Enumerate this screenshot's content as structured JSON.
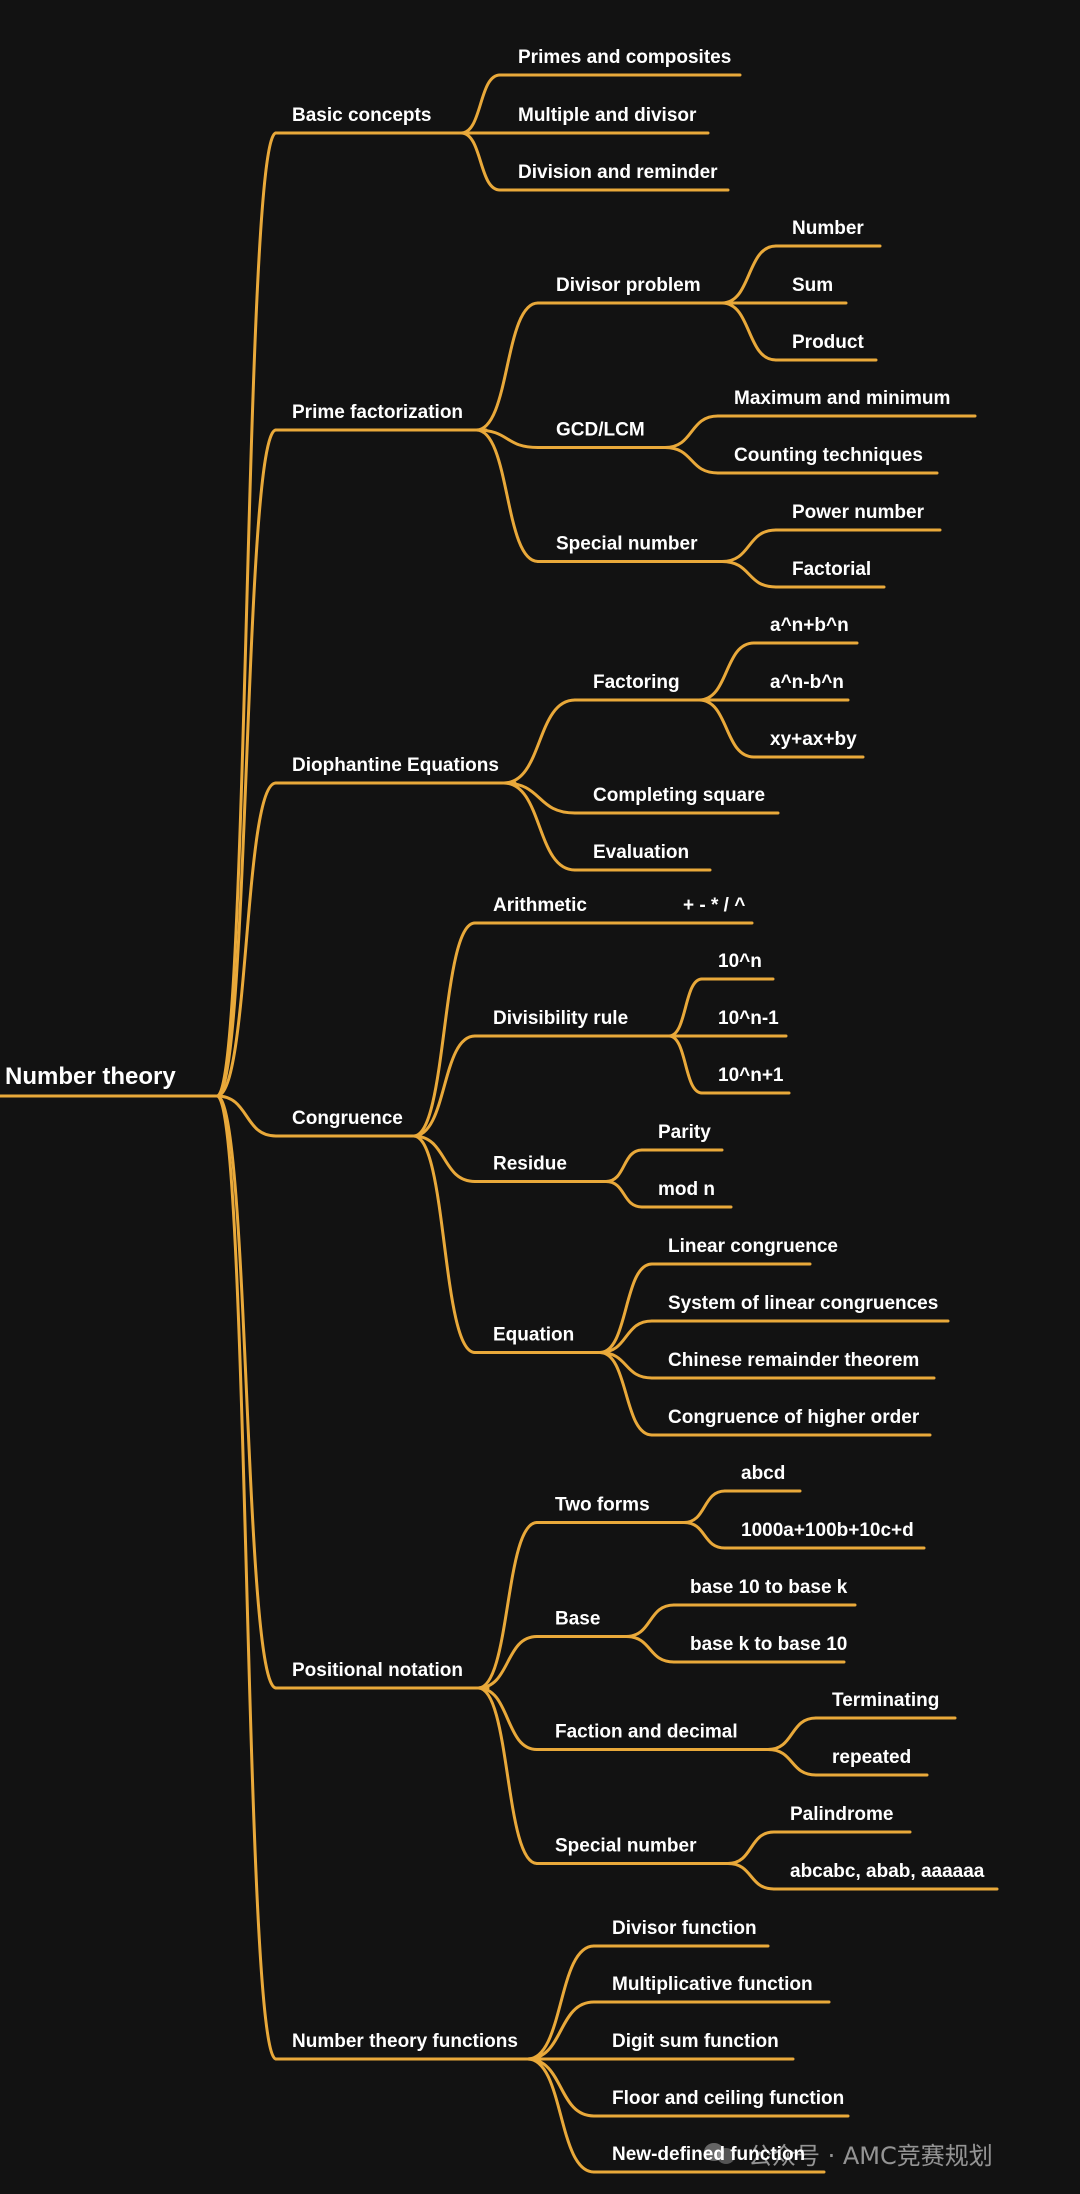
{
  "mindmap": {
    "root": {
      "label": "Number theory",
      "children": [
        {
          "label": "Basic concepts",
          "children": [
            {
              "label": "Primes and composites"
            },
            {
              "label": "Multiple and divisor"
            },
            {
              "label": "Division and reminder"
            }
          ]
        },
        {
          "label": "Prime factorization",
          "children": [
            {
              "label": "Divisor problem",
              "children": [
                {
                  "label": "Number"
                },
                {
                  "label": "Sum"
                },
                {
                  "label": "Product"
                }
              ]
            },
            {
              "label": "GCD/LCM",
              "children": [
                {
                  "label": "Maximum and minimum"
                },
                {
                  "label": "Counting techniques"
                }
              ]
            },
            {
              "label": "Special number",
              "children": [
                {
                  "label": "Power number"
                },
                {
                  "label": "Factorial"
                }
              ]
            }
          ]
        },
        {
          "label": "Diophantine Equations",
          "children": [
            {
              "label": "Factoring",
              "children": [
                {
                  "label": "a^n+b^n"
                },
                {
                  "label": "a^n-b^n"
                },
                {
                  "label": "xy+ax+by"
                }
              ]
            },
            {
              "label": "Completing square"
            },
            {
              "label": "Evaluation"
            }
          ]
        },
        {
          "label": "Congruence",
          "children": [
            {
              "label": "Arithmetic",
              "note": "+ - * / ^"
            },
            {
              "label": "Divisibility rule",
              "children": [
                {
                  "label": "10^n"
                },
                {
                  "label": "10^n-1"
                },
                {
                  "label": "10^n+1"
                }
              ]
            },
            {
              "label": "Residue",
              "children": [
                {
                  "label": "Parity"
                },
                {
                  "label": "mod n"
                }
              ]
            },
            {
              "label": "Equation",
              "children": [
                {
                  "label": "Linear congruence"
                },
                {
                  "label": "System of linear congruences"
                },
                {
                  "label": "Chinese remainder theorem"
                },
                {
                  "label": "Congruence of higher order"
                }
              ]
            }
          ]
        },
        {
          "label": "Positional notation",
          "children": [
            {
              "label": "Two forms",
              "children": [
                {
                  "label": "abcd"
                },
                {
                  "label": "1000a+100b+10c+d"
                }
              ]
            },
            {
              "label": "Base",
              "children": [
                {
                  "label": "base 10 to base k"
                },
                {
                  "label": "base k to base 10"
                }
              ]
            },
            {
              "label": "Faction and decimal",
              "children": [
                {
                  "label": "Terminating"
                },
                {
                  "label": "repeated"
                }
              ]
            },
            {
              "label": "Special number",
              "children": [
                {
                  "label": "Palindrome"
                },
                {
                  "label": "abcabc, abab, aaaaaa"
                }
              ]
            }
          ]
        },
        {
          "label": "Number theory functions",
          "children": [
            {
              "label": "Divisor function"
            },
            {
              "label": "Multiplicative function"
            },
            {
              "label": "Digit sum function"
            },
            {
              "label": "Floor and ceiling function"
            },
            {
              "label": "New-defined function"
            }
          ]
        }
      ]
    }
  },
  "colors": {
    "background": "#121212",
    "branch": "#E9A93A",
    "text": "#FFFFFF"
  },
  "watermark": {
    "text": "公众号 · AMC竞赛规划"
  }
}
